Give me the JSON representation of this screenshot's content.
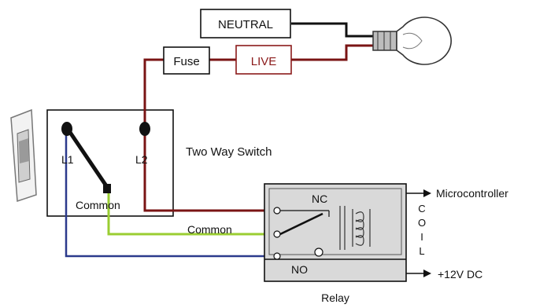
{
  "labels": {
    "neutral": "NEUTRAL",
    "fuse": "Fuse",
    "live": "LIVE",
    "switch_title": "Two Way Switch",
    "l1": "L1",
    "l2": "L2",
    "switch_common": "Common",
    "relay_common": "Common",
    "nc": "NC",
    "no": "NO",
    "microcontroller": "Microcontroller",
    "coil": [
      "C",
      "O",
      "I",
      "L"
    ],
    "dc": "+12V DC",
    "relay": "Relay"
  },
  "colors": {
    "live": "#7a1414",
    "neutral": "#111111",
    "common": "#9acd32",
    "l1": "#2b3a8c",
    "relay_body": "#d9d9d9"
  }
}
